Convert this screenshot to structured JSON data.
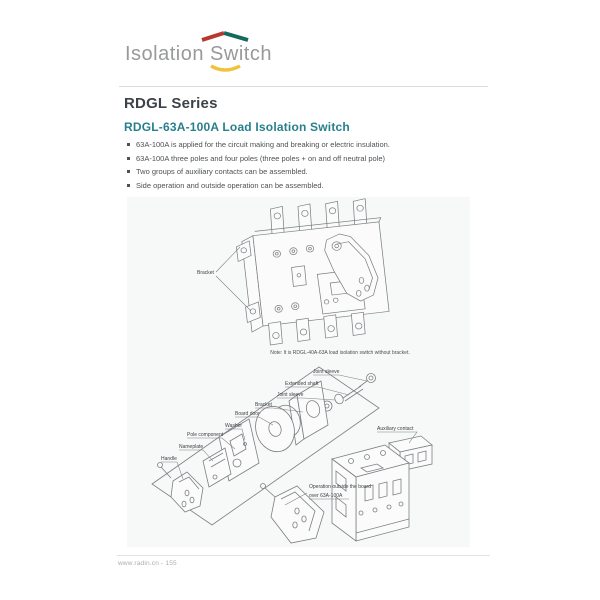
{
  "logo": {
    "text": "Isolation Switch"
  },
  "colors": {
    "accent_teal": "#27808d",
    "logo_gray": "#97999b",
    "mark_red": "#b8382e",
    "mark_green": "#156a60",
    "mark_yellow": "#f1c23b",
    "panel_bg": "#f7f8f8"
  },
  "page": {
    "series_title": "RDGL Series",
    "product_title": "RDGL-63A-100A Load Isolation Switch",
    "features": [
      "63A-100A is applied for the circuit making and breaking or electric insulation.",
      "63A-100A three poles and four poles (three poles + on and off neutral pole)",
      "Two groups of auxiliary contacts can be assembled.",
      "Side operation and outside operation can be assembled."
    ]
  },
  "diagrams": {
    "assembled": {
      "bracket_label": "Bracket",
      "note": "Note: It is RDGL-40A-63A load isolation switch without bracket."
    },
    "exploded": {
      "joint_sleeve_top": "Joint sleeve",
      "extended_shaft": "Extended shaft",
      "joint_sleeve": "Joint sleeve",
      "bracket": "Bracket",
      "board_door": "Board door",
      "washer": "Washer",
      "pole_component": "Pole component",
      "nameplate": "Nameplate",
      "handle": "Handle",
      "auxiliary_contact": "Auxiliary contact",
      "operation_note_line1": "Operation outside the board",
      "operation_note_line2": "over 63A-100A"
    }
  },
  "footer": {
    "text": "www.radin.cn - 155"
  }
}
